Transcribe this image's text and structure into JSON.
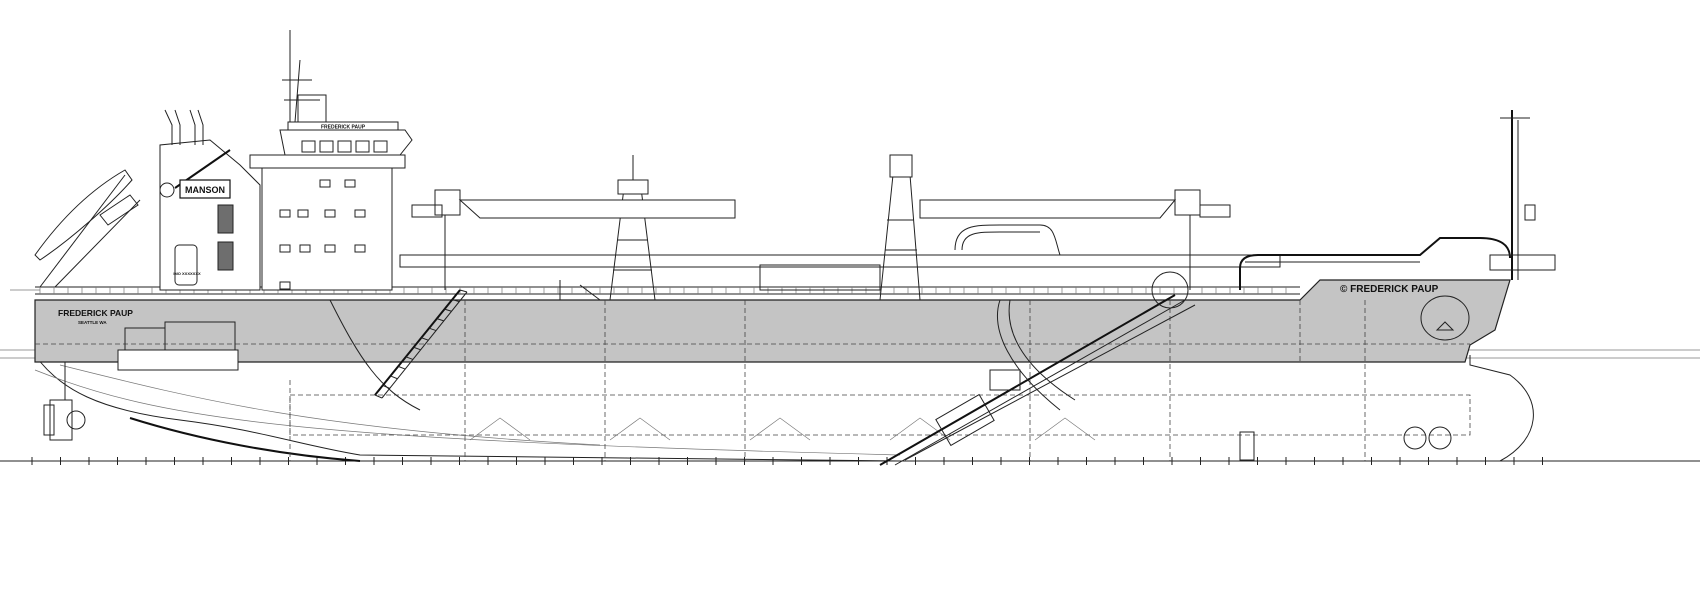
{
  "drawing": {
    "title": "Hopper dredge general arrangement – profile view",
    "vessel_name_bow": "© FREDERICK PAUP",
    "vessel_name_stern": "FREDERICK PAUP",
    "home_port": "SEATTLE WA",
    "vessel_name_bridge": "FREDERICK PAUP",
    "funnel_logo": "MANSON",
    "imo_label": "IMO XXXXXXX",
    "colors": {
      "hull": "#c4c4c4",
      "line": "#222222",
      "window": "#6e6e6e"
    }
  }
}
